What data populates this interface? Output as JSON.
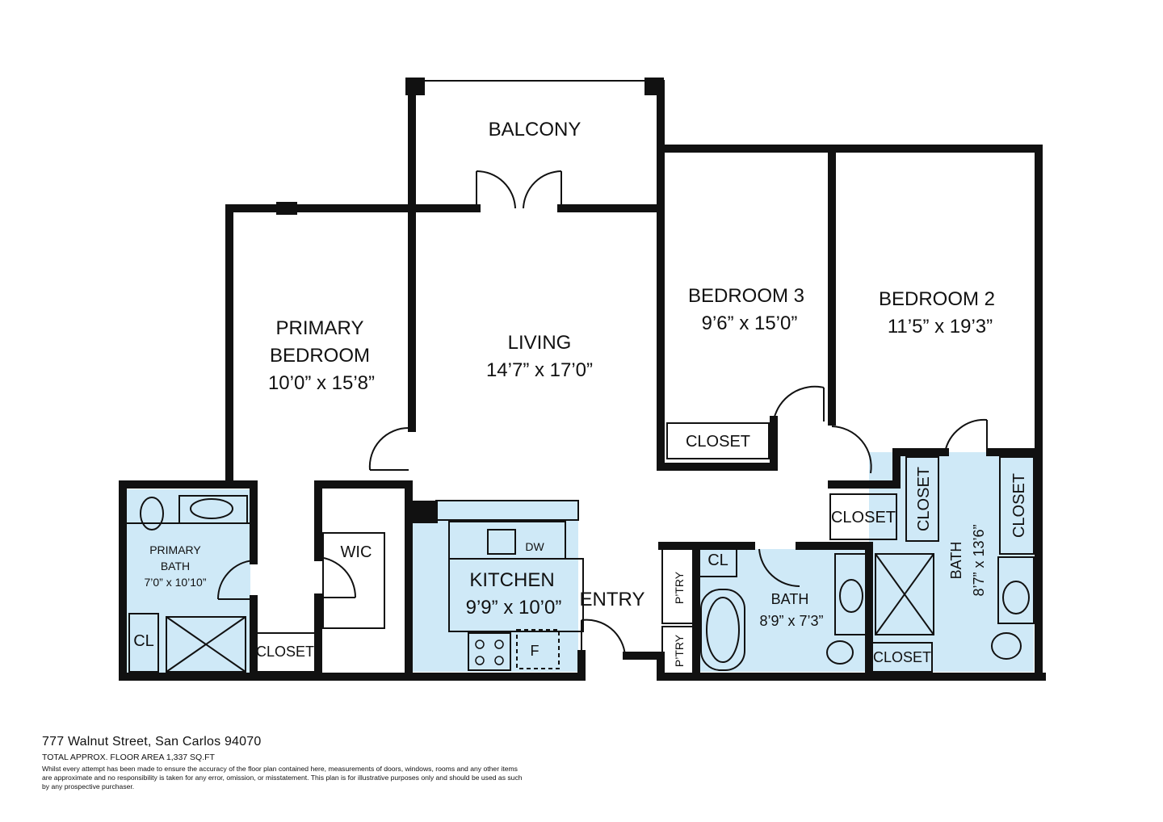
{
  "rooms": {
    "balcony": {
      "name": "BALCONY"
    },
    "primary_bedroom": {
      "name_line1": "PRIMARY",
      "name_line2": "BEDROOM",
      "size": "10’0” x 15’8”"
    },
    "living": {
      "name": "LIVING",
      "size": "14’7” x 17’0”"
    },
    "bedroom3": {
      "name": "BEDROOM 3",
      "size": "9’6” x 15’0”"
    },
    "bedroom2": {
      "name": "BEDROOM 2",
      "size": "11’5” x 19’3”"
    },
    "primary_bath": {
      "name_line1": "PRIMARY",
      "name_line2": "BATH",
      "size": "7’0” x 10’10”"
    },
    "wic": {
      "name": "WIC"
    },
    "kitchen": {
      "name": "KITCHEN",
      "size": "9’9” x 10’0”",
      "dw": "DW",
      "fridge": "F"
    },
    "entry": {
      "name": "ENTRY"
    },
    "bath_hall": {
      "name": "BATH",
      "size": "8’9” x 7’3”"
    },
    "bath2": {
      "name": "BATH",
      "size": "8’7” x 13’6”"
    },
    "closet_b3": "CLOSET",
    "closet_hall": "CLOSET",
    "closet_b2a": "CLOSET",
    "closet_b2b": "CLOSET",
    "closet_bath2": "CLOSET",
    "closet_primary": "CLOSET",
    "cl_primary": "CL",
    "cl_hall": "CL",
    "pantry1": "P’TRY",
    "pantry2": "P’TRY"
  },
  "footer": {
    "address": "777 Walnut Street, San Carlos 94070",
    "area": "TOTAL APPROX. FLOOR AREA 1,337 SQ.FT",
    "disclaimer": "Whilst every attempt has been made to ensure the accuracy of the floor plan contained here, measurements of doors, windows, rooms and any other items are approximate and no responsibility is taken for any error, omission, or misstatement. This plan is for illustrative purposes only and should be used as such by any prospective purchaser."
  },
  "colors": {
    "wall": "#111111",
    "wet_area": "#cfe9f7",
    "background": "#ffffff"
  }
}
